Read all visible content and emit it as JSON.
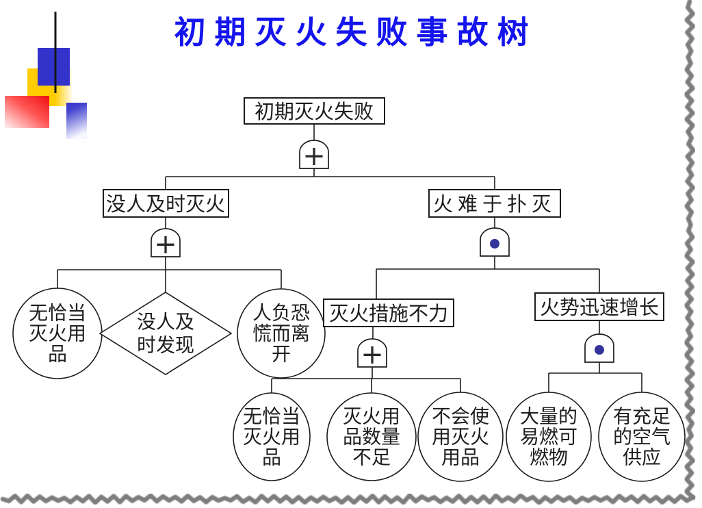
{
  "title": "初期灭火失败事故树",
  "diagram": {
    "type": "fault-tree",
    "boxes": {
      "top_event": "初期灭火失败",
      "no_one_puts_out_fire_in_time": "没人及时灭火",
      "fire_hard_to_extinguish": "火难于扑灭",
      "extinguishing_measures_ineffective": "灭火措施不力",
      "fire_grows_rapidly": "火势迅速增长"
    },
    "basic_events": {
      "no_proper_equipment_a": [
        "无恰当",
        "灭火用",
        "品"
      ],
      "person_panics_and_leaves": [
        "人负恐",
        "慌而离",
        "开"
      ],
      "no_proper_equipment_b": [
        "无恰当",
        "灭火用",
        "品"
      ],
      "equipment_quantity_insufficient": [
        "灭火用",
        "品数量",
        "不足"
      ],
      "cannot_use_equipment": [
        "不会使",
        "用灭火",
        "用品"
      ],
      "lots_of_combustibles": [
        "大量的",
        "易燃可",
        "燃物"
      ],
      "sufficient_air_supply": [
        "有充足",
        "的空气",
        "供应"
      ]
    },
    "undeveloped_event": {
      "no_one_discovers_in_time": [
        "没人及",
        "时发现"
      ]
    },
    "gates": {
      "or_symbol": "+",
      "and_symbol": "·",
      "top_gate": "or",
      "left_branch_gate": "or",
      "right_branch_gate": "and",
      "measures_gate": "or",
      "growth_gate": "and"
    }
  },
  "icons": {
    "or_gate": "dome-with-plus",
    "and_gate": "dome-with-filled-dot"
  },
  "colors": {
    "title_blue": "#1414ee",
    "line": "#1c1c1c",
    "and_dot": "#333399",
    "deco_blue": "#3333cc",
    "deco_yellow": "#ffcc00",
    "deco_red": "#ee1111",
    "torn_edge_gray": "#7d7d7d"
  }
}
